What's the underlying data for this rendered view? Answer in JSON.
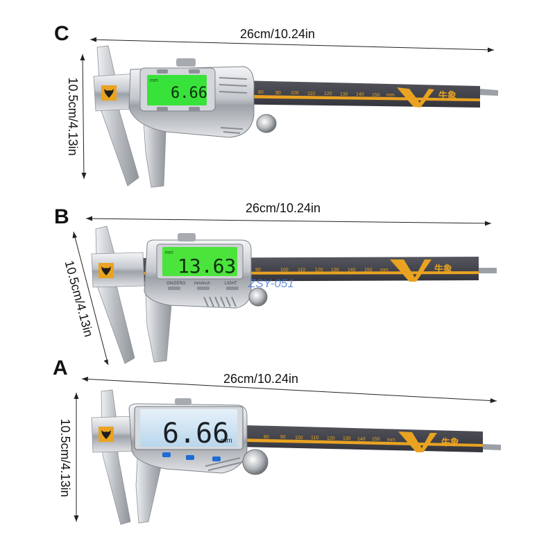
{
  "panels": [
    {
      "letter": "C",
      "width_label": "26cm/10.24in",
      "height_label": "10.5cm/4.13in",
      "display_value": "6.66",
      "display_unit": "mm",
      "display_color": "#39e23a",
      "brand": "牛象",
      "scale_numbers": [
        "80",
        "90",
        "100",
        "110",
        "120",
        "130",
        "140",
        "150",
        "mm"
      ]
    },
    {
      "letter": "B",
      "width_label": "26cm/10.24in",
      "height_label": "10.5cm/4.13in",
      "display_value": "13.63",
      "display_unit": "mm",
      "display_color": "#4be43c",
      "brand": "牛象",
      "button_labels": [
        "ON/ZERO",
        "mm/inch",
        "LIGHT"
      ],
      "scale_numbers": [
        "90",
        "100",
        "110",
        "120",
        "130",
        "140",
        "150",
        "mm"
      ]
    },
    {
      "letter": "A",
      "width_label": "26cm/10.24in",
      "height_label": "10.5cm/4.13in",
      "display_value": "6.66",
      "display_unit": "mm",
      "display_color": "#cfe6f5",
      "brand": "牛象",
      "scale_numbers": [
        "80",
        "90",
        "100",
        "110",
        "120",
        "130",
        "140",
        "150",
        "mm"
      ]
    }
  ],
  "watermark": "ZSY-051",
  "colors": {
    "accent_orange": "#e9a321",
    "beam_dark": "#3e3f47",
    "steel": "#c9ccd0"
  }
}
